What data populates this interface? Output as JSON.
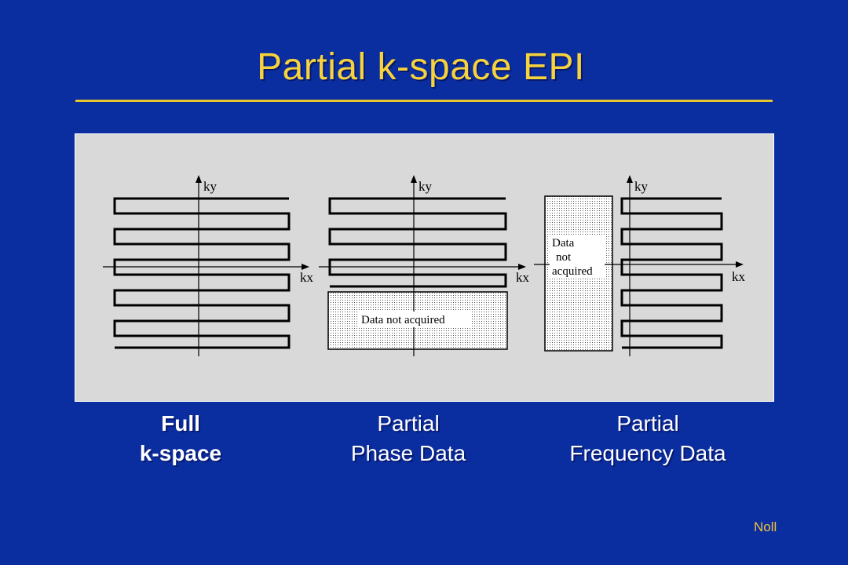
{
  "slide": {
    "title": "Partial k-space EPI",
    "credit": "Noll",
    "colors": {
      "background": "#0a2ea0",
      "title": "#f6d33c",
      "rule": "#e8c52c",
      "panel": "#d9d9d9",
      "caption": "#ffffff"
    }
  },
  "diagrams": {
    "full": {
      "ky_label": "ky",
      "kx_label": "kx"
    },
    "phase": {
      "ky_label": "ky",
      "kx_label": "kx",
      "not_acquired": "Data not acquired"
    },
    "frequency": {
      "ky_label": "ky",
      "kx_label": "kx",
      "not_acquired_lines": [
        "Data",
        "not",
        "acquired"
      ]
    }
  },
  "captions": {
    "full": [
      "Full",
      "k-space"
    ],
    "phase": [
      "Partial",
      "Phase Data"
    ],
    "frequency": [
      "Partial",
      "Frequency Data"
    ]
  }
}
